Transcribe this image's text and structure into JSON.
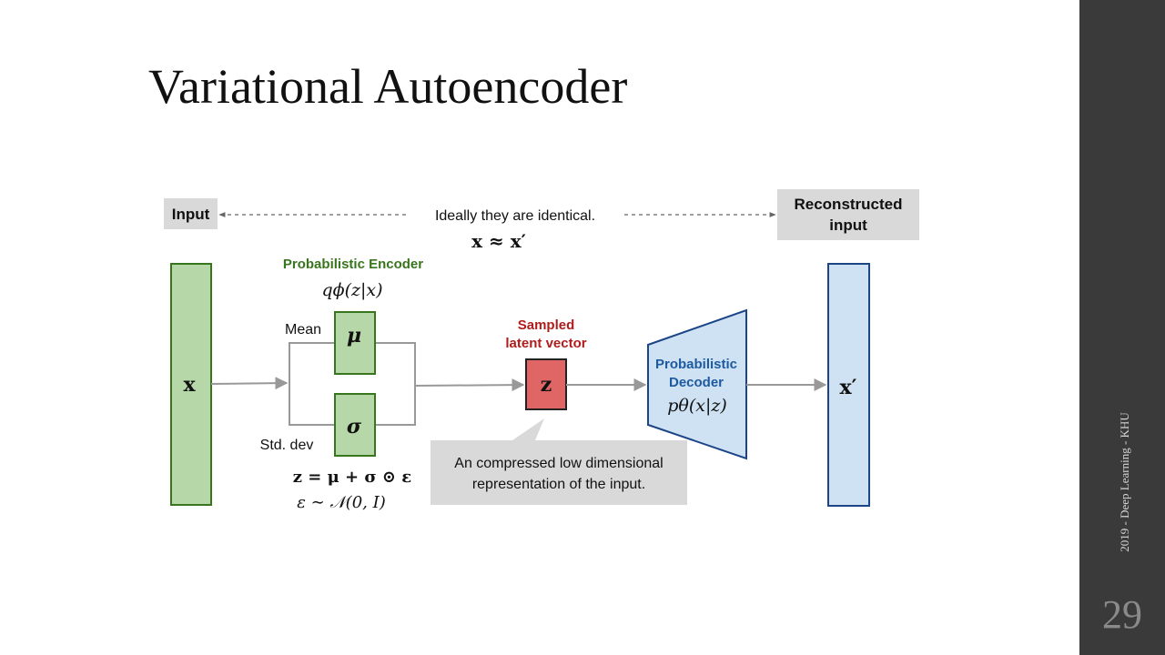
{
  "slide": {
    "title": "Variational Autoencoder",
    "footer": "2019 - Deep Learning - KHU",
    "page_number": "29"
  },
  "diagram": {
    "input_label": "Input",
    "reconstructed_label_line1": "Reconstructed",
    "reconstructed_label_line2": "input",
    "identical_note": "Ideally they are identical.",
    "identical_formula": "x ≈ x′",
    "input_vector": "x",
    "output_vector": "x′",
    "encoder": {
      "title": "Probabilistic Encoder",
      "formula": "qϕ(z|x)",
      "mean_label": "Mean",
      "std_label": "Std. dev",
      "mu_symbol": "μ",
      "sigma_symbol": "σ",
      "reparam_formula": "z = μ + σ ⊙ ε",
      "noise_formula": "ε ∼ 𝒩(0, I)",
      "color": "#2e7d1f"
    },
    "latent": {
      "title_line1": "Sampled",
      "title_line2": "latent vector",
      "symbol": "z",
      "callout_line1": "An compressed low dimensional",
      "callout_line2": "representation of the input.",
      "color": "#b01c1c"
    },
    "decoder": {
      "title_line1": "Probabilistic",
      "title_line2": "Decoder",
      "formula": "pθ(x|z)",
      "color": "#1d5aa0"
    },
    "colors": {
      "green_fill": "#b6d7a8",
      "green_stroke": "#38761d",
      "blue_fill": "#cfe2f3",
      "blue_stroke": "#1c4587",
      "red_fill": "#e06666",
      "gray_box": "#d9d9d9",
      "arrow": "#999999"
    }
  }
}
